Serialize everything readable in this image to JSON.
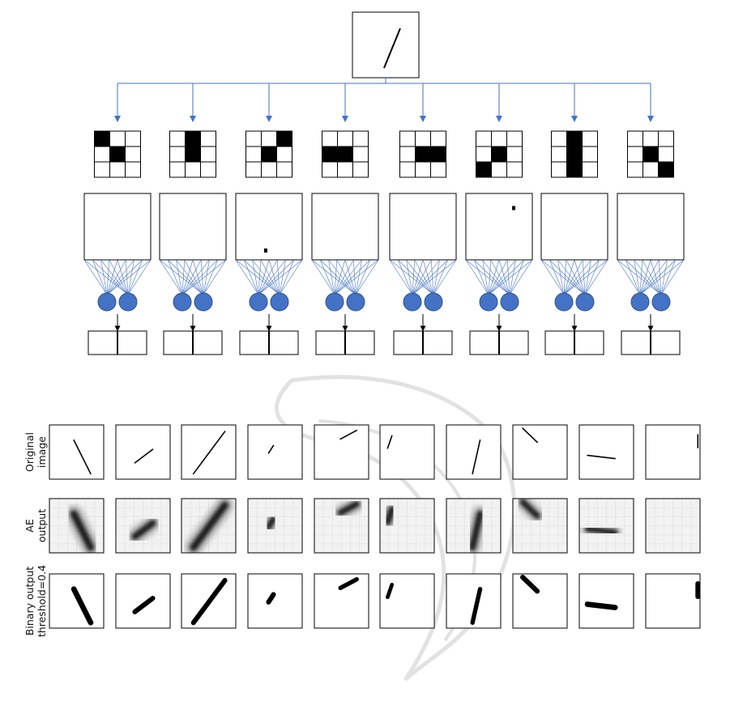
{
  "colors": {
    "connector": "#4472c4",
    "neuron_fill": "#4472c4",
    "neuron_stroke": "#2f528f",
    "ink": "#000000",
    "watermark": "#e2e2e2"
  },
  "input_image": {
    "icon": "diagonal-line-image-icon"
  },
  "kernels": [
    {
      "name": "kernel-1",
      "pattern": [
        [
          1,
          0,
          0
        ],
        [
          0,
          1,
          0
        ],
        [
          0,
          0,
          0
        ]
      ]
    },
    {
      "name": "kernel-2",
      "pattern": [
        [
          0,
          1,
          0
        ],
        [
          0,
          1,
          0
        ],
        [
          0,
          0,
          0
        ]
      ]
    },
    {
      "name": "kernel-3",
      "pattern": [
        [
          0,
          0,
          1
        ],
        [
          0,
          1,
          0
        ],
        [
          0,
          0,
          0
        ]
      ]
    },
    {
      "name": "kernel-4",
      "pattern": [
        [
          0,
          0,
          0
        ],
        [
          1,
          1,
          0
        ],
        [
          0,
          0,
          0
        ]
      ]
    },
    {
      "name": "kernel-5",
      "pattern": [
        [
          0,
          0,
          0
        ],
        [
          0,
          1,
          1
        ],
        [
          0,
          0,
          0
        ]
      ]
    },
    {
      "name": "kernel-6",
      "pattern": [
        [
          0,
          0,
          0
        ],
        [
          0,
          1,
          0
        ],
        [
          1,
          0,
          0
        ]
      ]
    },
    {
      "name": "kernel-7",
      "pattern": [
        [
          0,
          1,
          0
        ],
        [
          0,
          1,
          0
        ],
        [
          0,
          1,
          0
        ]
      ]
    },
    {
      "name": "kernel-8",
      "pattern": [
        [
          0,
          0,
          0
        ],
        [
          0,
          1,
          0
        ],
        [
          0,
          0,
          1
        ]
      ]
    }
  ],
  "feature_maps": [
    {
      "has_dot": false
    },
    {
      "has_dot": false
    },
    {
      "has_dot": true,
      "dot": [
        0.45,
        0.86
      ]
    },
    {
      "has_dot": false
    },
    {
      "has_dot": false
    },
    {
      "has_dot": true,
      "dot": [
        0.72,
        0.22
      ]
    },
    {
      "has_dot": false
    },
    {
      "has_dot": false
    }
  ],
  "results": {
    "row_labels": [
      [
        "Original",
        "image"
      ],
      [
        "AE",
        "output"
      ],
      [
        "Binary output",
        "threshold=0.4"
      ]
    ],
    "samples": [
      {
        "line": [
          [
            0.45,
            0.28
          ],
          [
            0.76,
            0.9
          ]
        ],
        "ae_w": 0.22,
        "bin_w": 0.1
      },
      {
        "line": [
          [
            0.35,
            0.7
          ],
          [
            0.68,
            0.45
          ]
        ],
        "ae_w": 0.2,
        "bin_w": 0.09
      },
      {
        "line": [
          [
            0.22,
            0.9
          ],
          [
            0.8,
            0.12
          ]
        ],
        "ae_w": 0.22,
        "bin_w": 0.09
      },
      {
        "line": [
          [
            0.38,
            0.52
          ],
          [
            0.47,
            0.38
          ]
        ],
        "ae_w": 0.18,
        "bin_w": 0.09
      },
      {
        "line": [
          [
            0.48,
            0.26
          ],
          [
            0.78,
            0.1
          ]
        ],
        "ae_w": 0.18,
        "bin_w": 0.08
      },
      {
        "line": [
          [
            0.14,
            0.43
          ],
          [
            0.22,
            0.2
          ]
        ],
        "ae_w": 0.2,
        "bin_w": 0.07
      },
      {
        "line": [
          [
            0.48,
            0.9
          ],
          [
            0.62,
            0.28
          ]
        ],
        "ae_w": 0.2,
        "bin_w": 0.08
      },
      {
        "line": [
          [
            0.18,
            0.06
          ],
          [
            0.45,
            0.32
          ]
        ],
        "ae_w": 0.18,
        "bin_w": 0.09
      },
      {
        "line": [
          [
            0.15,
            0.56
          ],
          [
            0.66,
            0.62
          ]
        ],
        "ae_w": 0.16,
        "bin_w": 0.1
      },
      {
        "line": [
          [
            0.96,
            0.18
          ],
          [
            0.96,
            0.42
          ]
        ],
        "ae_w": 0.18,
        "bin_w": 0.09
      }
    ]
  }
}
